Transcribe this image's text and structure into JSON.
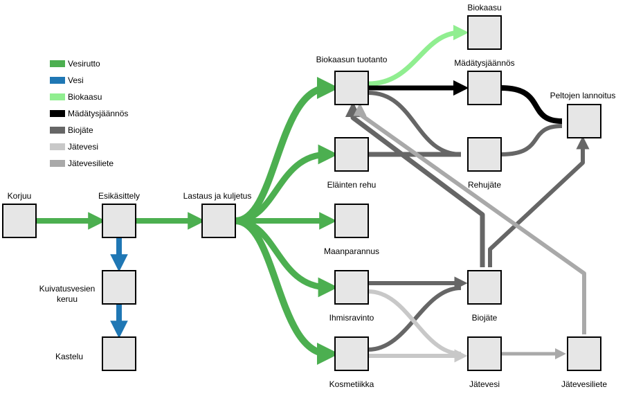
{
  "legend": [
    {
      "key": "vesirutto",
      "label": "Vesirutto",
      "color": "#4caf50"
    },
    {
      "key": "vesi",
      "label": "Vesi",
      "color": "#1f77b4"
    },
    {
      "key": "biokaasu",
      "label": "Biokaasu",
      "color": "#90ee90"
    },
    {
      "key": "madatysjaannos",
      "label": "Mädätysjäännös",
      "color": "#000000"
    },
    {
      "key": "biojate",
      "label": "Biojäte",
      "color": "#666666"
    },
    {
      "key": "jatevesi",
      "label": "Jätevesi",
      "color": "#c8c8c8"
    },
    {
      "key": "jatevesiliete",
      "label": "Jätevesiliete",
      "color": "#a9a9a9"
    }
  ],
  "nodes": [
    {
      "id": "korjuu",
      "label": "Korjuu"
    },
    {
      "id": "esikasittely",
      "label": "Esikäsittely"
    },
    {
      "id": "kuivatusvesien",
      "label": "Kuivatusvesien\nkeruu"
    },
    {
      "id": "kastelu",
      "label": "Kastelu"
    },
    {
      "id": "lastaus",
      "label": "Lastaus ja kuljetus"
    },
    {
      "id": "biokaasun_tuotanto",
      "label": "Biokaasun tuotanto"
    },
    {
      "id": "elainten_rehu",
      "label": "Eläinten rehu"
    },
    {
      "id": "maanparannus",
      "label": "Maanparannus"
    },
    {
      "id": "ihmisravinto",
      "label": "Ihmisravinto"
    },
    {
      "id": "kosmetiikka",
      "label": "Kosmetiikka"
    },
    {
      "id": "biokaasu",
      "label": "Biokaasu"
    },
    {
      "id": "madatysjaannos",
      "label": "Mädätysjäännös"
    },
    {
      "id": "rehujate",
      "label": "Rehujäte"
    },
    {
      "id": "biojate",
      "label": "Biojäte"
    },
    {
      "id": "jatevesi",
      "label": "Jätevesi"
    },
    {
      "id": "peltojen_lannoitus",
      "label": "Peltojen lannoitus"
    },
    {
      "id": "jatevesiliete",
      "label": "Jätevesiliete"
    }
  ],
  "flows": [
    {
      "from": "korjuu",
      "to": "esikasittely",
      "type": "vesirutto"
    },
    {
      "from": "esikasittely",
      "to": "lastaus",
      "type": "vesirutto"
    },
    {
      "from": "esikasittely",
      "to": "kuivatusvesien",
      "type": "vesi"
    },
    {
      "from": "kuivatusvesien",
      "to": "kastelu",
      "type": "vesi"
    },
    {
      "from": "lastaus",
      "to": "biokaasun_tuotanto",
      "type": "vesirutto"
    },
    {
      "from": "lastaus",
      "to": "elainten_rehu",
      "type": "vesirutto"
    },
    {
      "from": "lastaus",
      "to": "maanparannus",
      "type": "vesirutto"
    },
    {
      "from": "lastaus",
      "to": "ihmisravinto",
      "type": "vesirutto"
    },
    {
      "from": "lastaus",
      "to": "kosmetiikka",
      "type": "vesirutto"
    },
    {
      "from": "biokaasun_tuotanto",
      "to": "biokaasu",
      "type": "biokaasu"
    },
    {
      "from": "biokaasun_tuotanto",
      "to": "madatysjaannos",
      "type": "madatysjaannos"
    },
    {
      "from": "madatysjaannos",
      "to": "peltojen_lannoitus",
      "type": "madatysjaannos"
    },
    {
      "from": "biokaasun_tuotanto",
      "to": "rehujate",
      "type": "biojate"
    },
    {
      "from": "elainten_rehu",
      "to": "rehujate",
      "type": "biojate"
    },
    {
      "from": "rehujate",
      "to": "peltojen_lannoitus",
      "type": "biojate"
    },
    {
      "from": "biojate",
      "to": "peltojen_lannoitus",
      "type": "biojate"
    },
    {
      "from": "biojate",
      "to": "biokaasun_tuotanto",
      "type": "biojate"
    },
    {
      "from": "ihmisravinto",
      "to": "biojate",
      "type": "biojate"
    },
    {
      "from": "kosmetiikka",
      "to": "biojate",
      "type": "biojate"
    },
    {
      "from": "ihmisravinto",
      "to": "jatevesi",
      "type": "jatevesi"
    },
    {
      "from": "kosmetiikka",
      "to": "jatevesi",
      "type": "jatevesi"
    },
    {
      "from": "jatevesi",
      "to": "jatevesiliete",
      "type": "jatevesiliete"
    },
    {
      "from": "jatevesiliete",
      "to": "biokaasun_tuotanto",
      "type": "jatevesiliete"
    }
  ]
}
